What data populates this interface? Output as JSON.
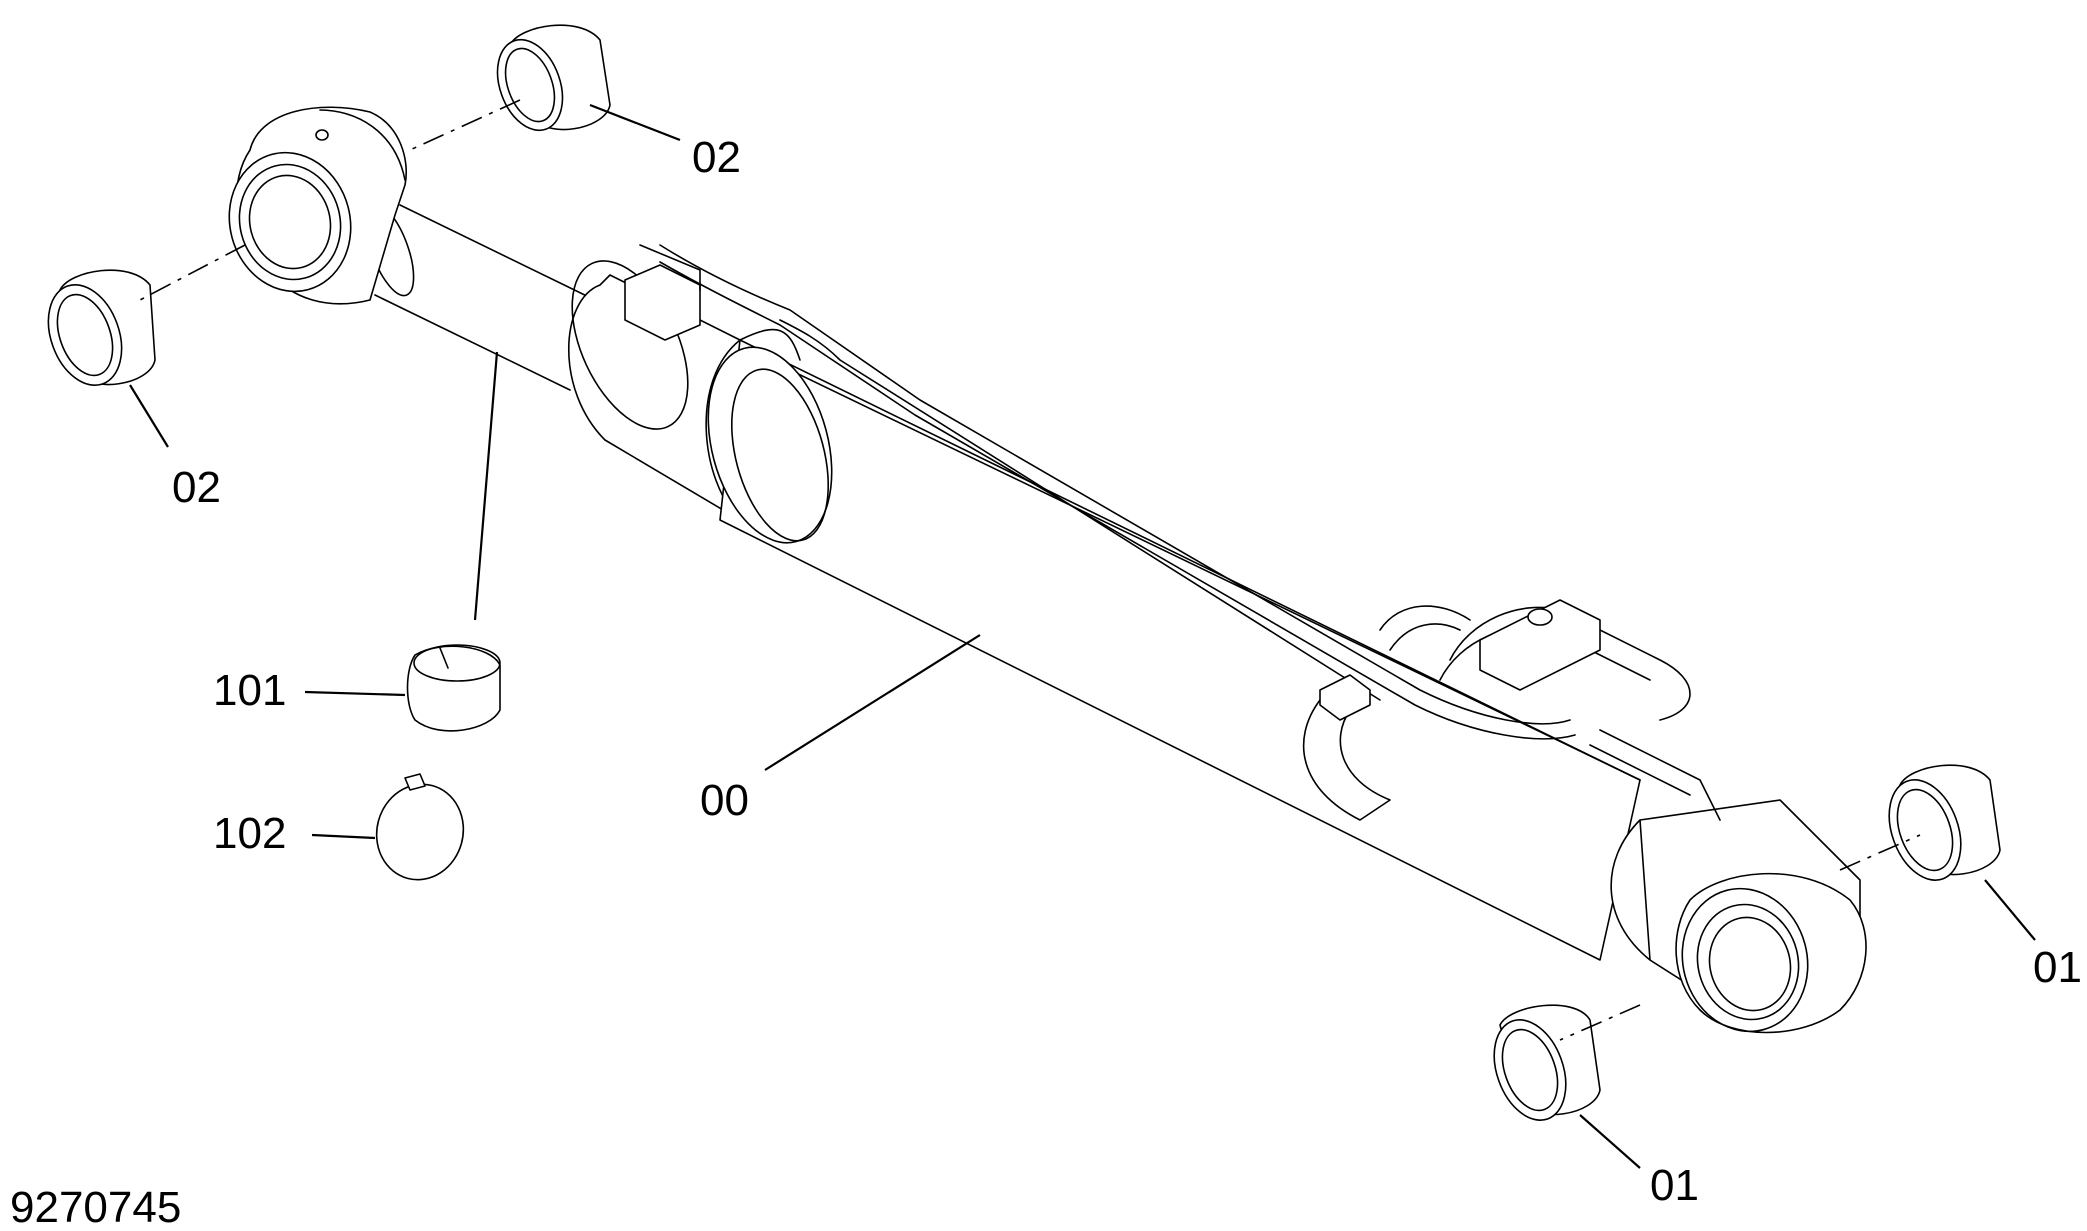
{
  "callouts": {
    "c02_top": "02",
    "c02_left": "02",
    "c101": "101",
    "c102": "102",
    "c00": "00",
    "c01_right": "01",
    "c01_bottom": "01"
  },
  "drawing_id": "9270745"
}
